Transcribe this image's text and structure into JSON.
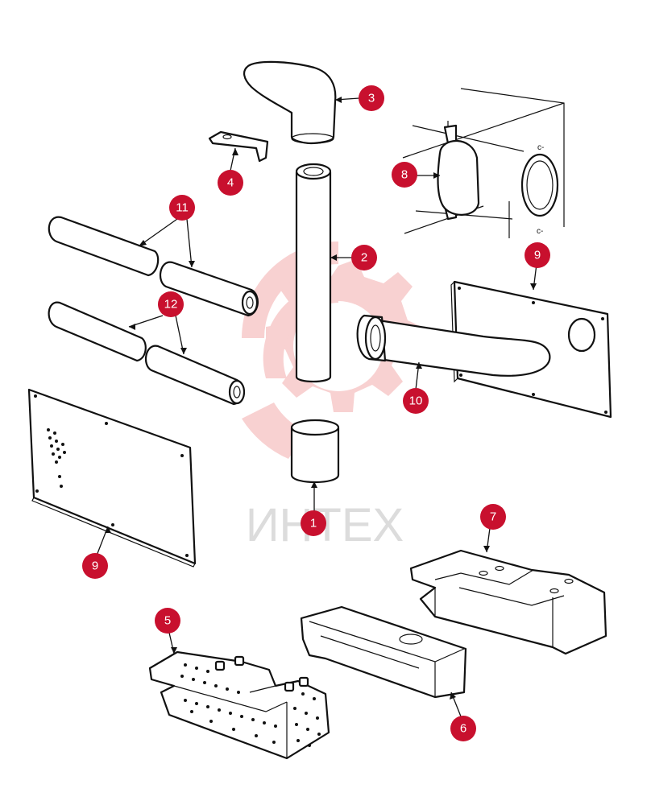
{
  "watermark": {
    "text": "ИНТЕХ",
    "gear_color": "#f7c9c9",
    "text_color": "#dcdcdc"
  },
  "colors": {
    "callout": "#c8102e",
    "line": "#111111"
  },
  "callouts": [
    {
      "id": "c1",
      "label": "1"
    },
    {
      "id": "c2",
      "label": "2"
    },
    {
      "id": "c3",
      "label": "3"
    },
    {
      "id": "c4",
      "label": "4"
    },
    {
      "id": "c5",
      "label": "5"
    },
    {
      "id": "c6",
      "label": "6"
    },
    {
      "id": "c7",
      "label": "7"
    },
    {
      "id": "c8",
      "label": "8"
    },
    {
      "id": "c9a",
      "label": "9"
    },
    {
      "id": "c9b",
      "label": "9"
    },
    {
      "id": "c10",
      "label": "10"
    },
    {
      "id": "c11",
      "label": "11"
    },
    {
      "id": "c12",
      "label": "12"
    }
  ]
}
